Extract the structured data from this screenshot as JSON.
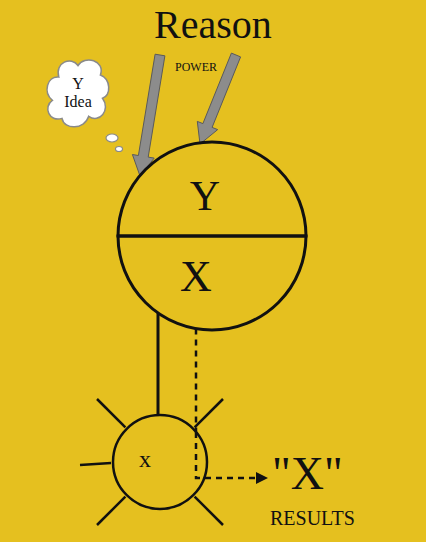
{
  "diagram": {
    "nodes": [
      {
        "text": [
          "Y Idea"
        ]
      },
      {
        "text": [
          "Y"
        ]
      },
      {
        "text": [
          "X"
        ]
      },
      {
        "text": [
          "x"
        ]
      }
    ],
    "edges": [
      {
        "from": 2,
        "to": 3,
        "arrow": "none"
      }
    ],
    "labels": [
      "Reason",
      "POWER",
      "\"X\"",
      "RESULTS"
    ]
  }
}
